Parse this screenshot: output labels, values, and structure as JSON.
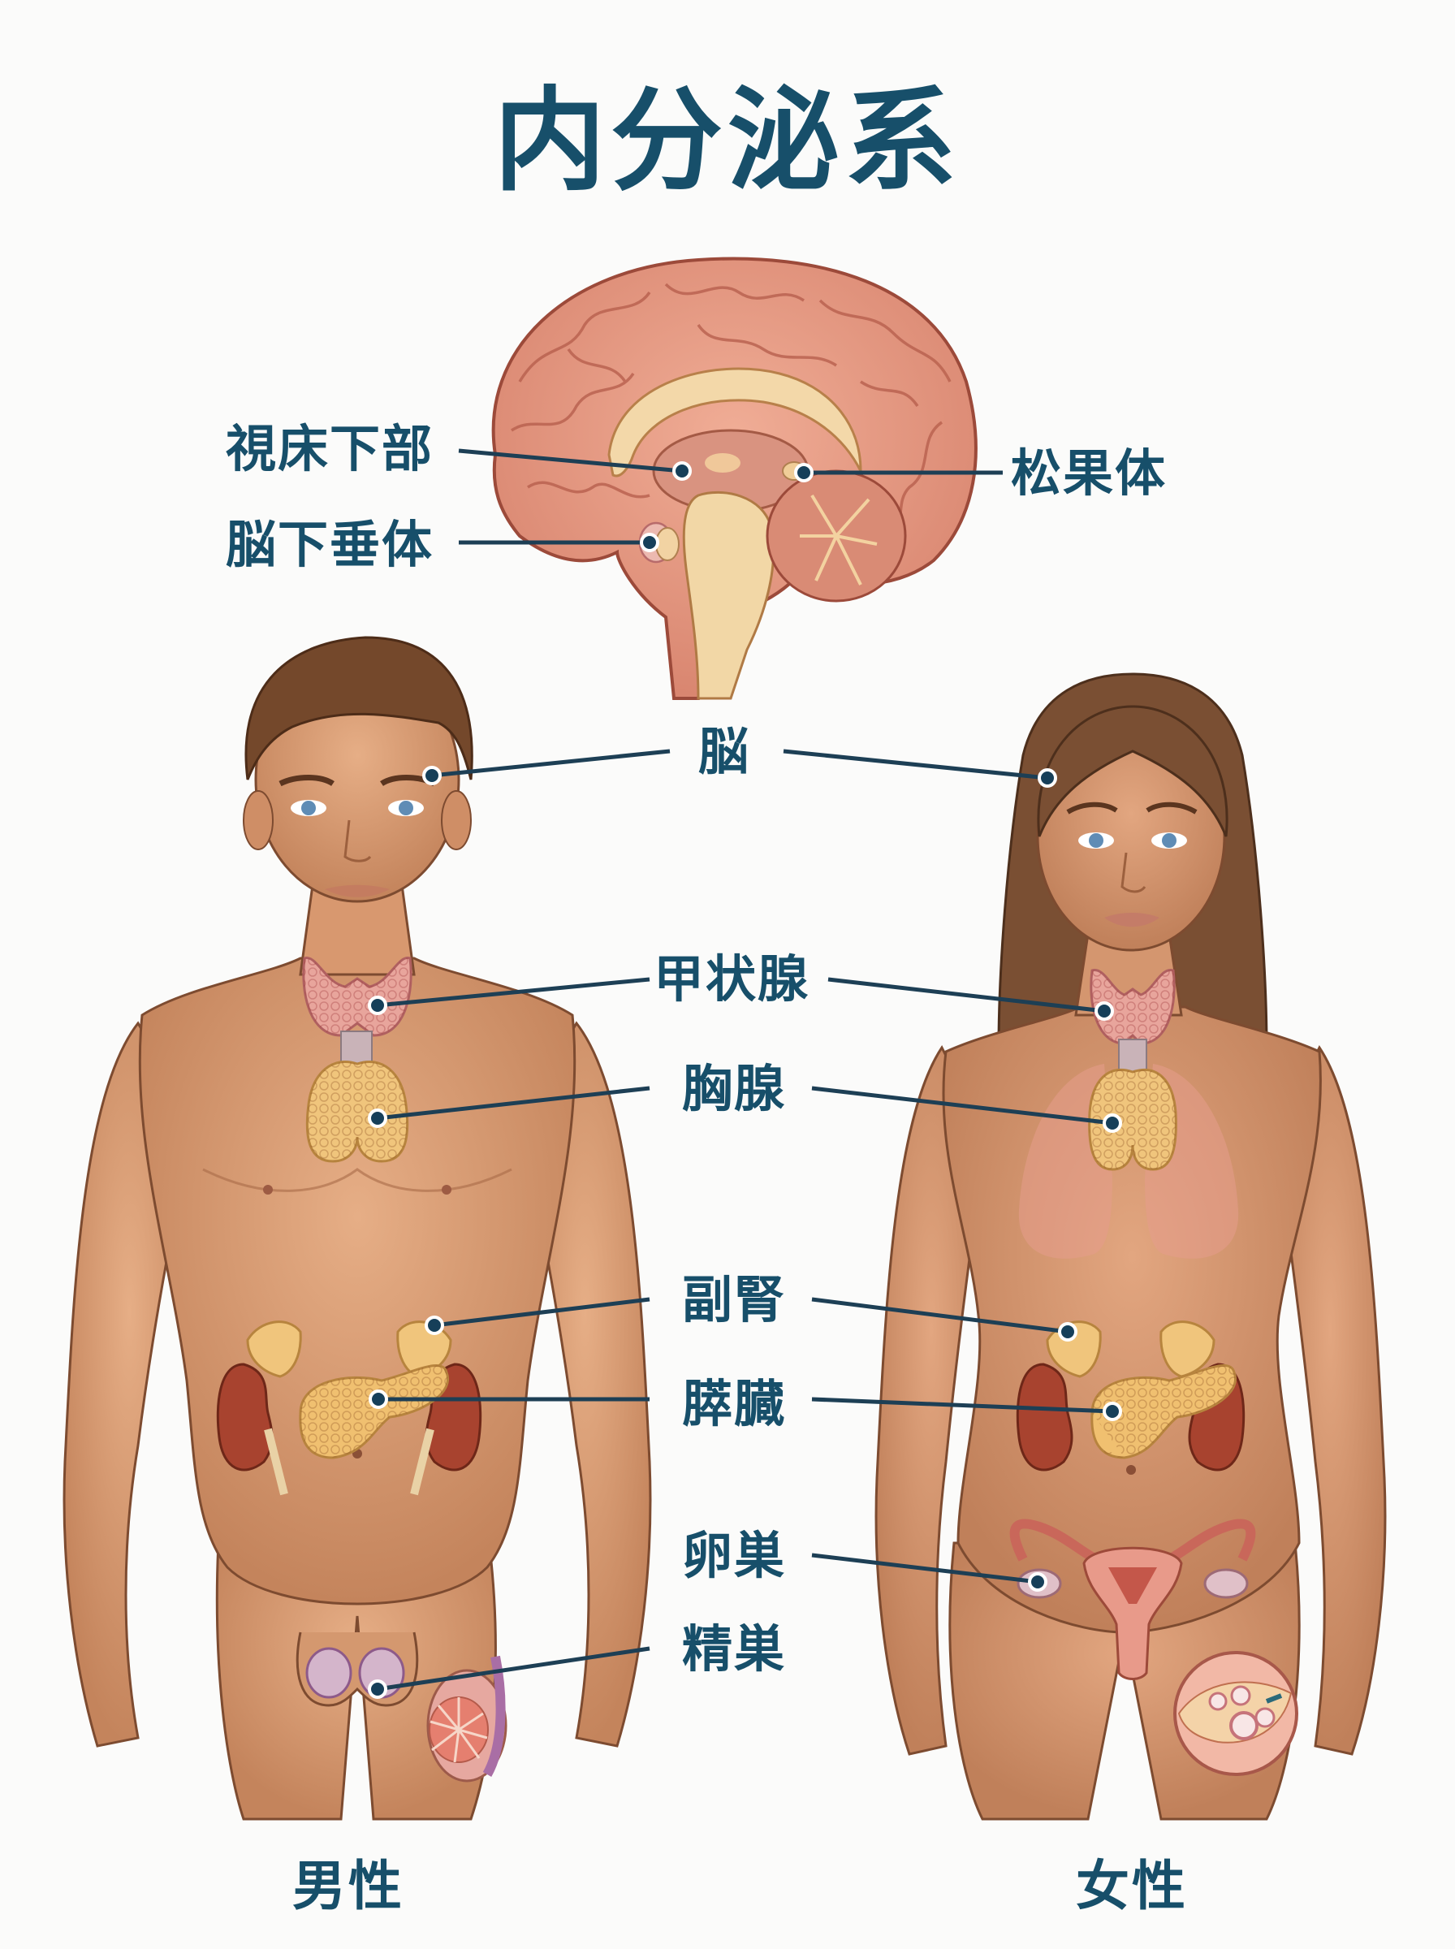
{
  "title": "内分泌系",
  "brain_labels": {
    "hypothalamus": "視床下部",
    "pituitary": "脳下垂体",
    "pineal": "松果体"
  },
  "body_labels": {
    "brain": "脳",
    "thyroid": "甲状腺",
    "thymus": "胸腺",
    "adrenal": "副腎",
    "pancreas": "膵臓",
    "ovary": "卵巣",
    "testis": "精巣"
  },
  "captions": {
    "male": "男性",
    "female": "女性"
  },
  "colors": {
    "text": "#174f6a",
    "leader_line": "#1d3f55",
    "leader_dot": "#163f59",
    "background": "#fbfbfa",
    "skin": "#d89a72",
    "skin_shadow": "#b97852",
    "hair_male": "#74482b",
    "hair_female": "#7a4f33",
    "brain": "#e59c86",
    "brain_inner": "#f2d6a8",
    "thyroid": "#e8a39a",
    "thymus": "#efc47a",
    "kidney": "#a8432f",
    "pancreas": "#f0c070",
    "uterus": "#d9776a",
    "testis": "#c9a3c4"
  }
}
